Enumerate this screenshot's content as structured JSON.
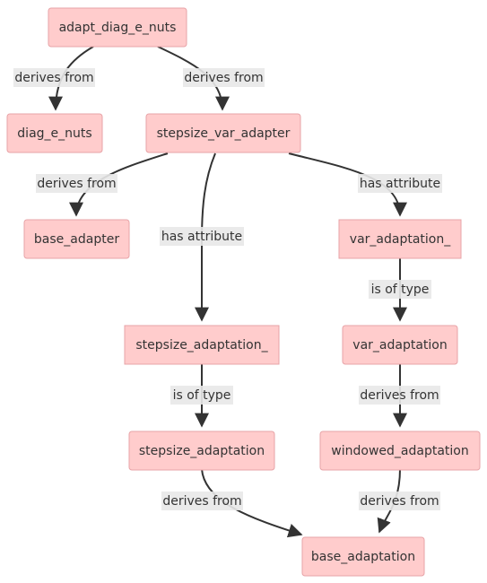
{
  "nodes": {
    "adapt_diag_e_nuts": "adapt_diag_e_nuts",
    "diag_e_nuts": "diag_e_nuts",
    "stepsize_var_adapter": "stepsize_var_adapter",
    "base_adapter": "base_adapter",
    "var_adaptation_attr": "var_adaptation_",
    "stepsize_adaptation_attr": "stepsize_adaptation_",
    "var_adaptation": "var_adaptation",
    "stepsize_adaptation": "stepsize_adaptation",
    "windowed_adaptation": "windowed_adaptation",
    "base_adaptation": "base_adaptation"
  },
  "edges": {
    "e1": "derives from",
    "e2": "derives from",
    "e3": "derives from",
    "e4": "has attribute",
    "e5": "has attribute",
    "e6": "is of type",
    "e7": "is of type",
    "e8": "derives from",
    "e9": "derives from",
    "e10": "derives from"
  },
  "colors": {
    "node_fill": "#ffcccc",
    "node_stroke": "#e7a3a7",
    "edge": "#333333",
    "label_bg": "#e8e8e8"
  }
}
